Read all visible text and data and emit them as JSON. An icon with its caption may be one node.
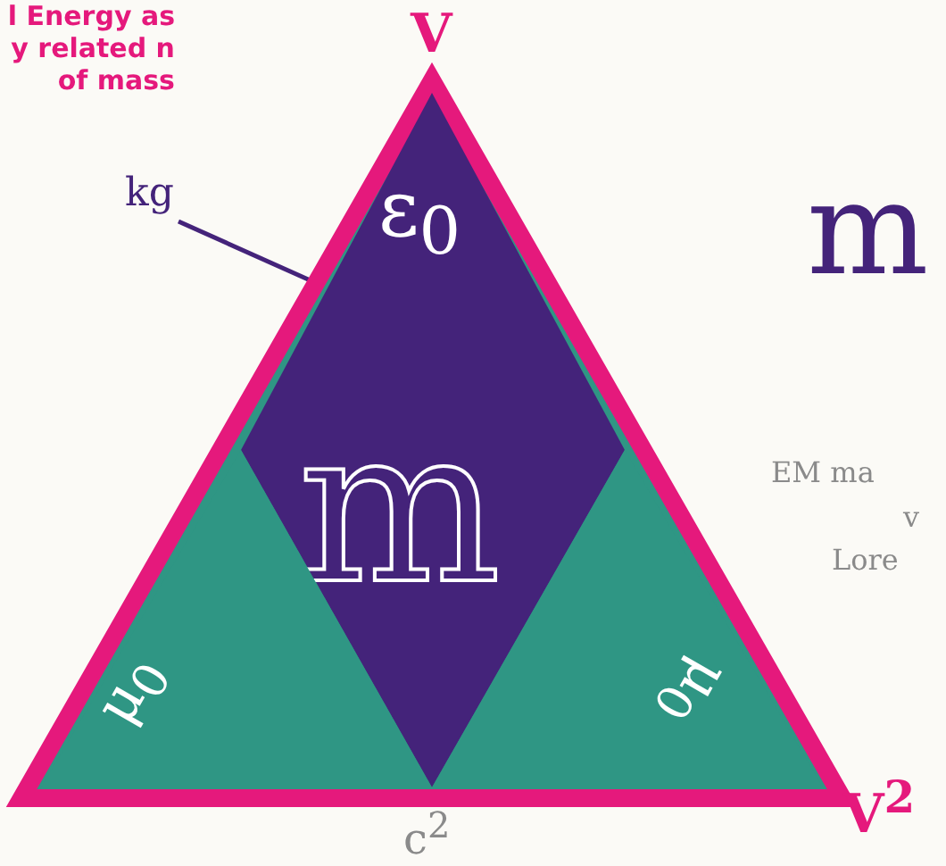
{
  "diagram": {
    "nodes": [
      {
        "text": [
          "kg"
        ]
      },
      {
        "text": [],
        "shape": "triangle"
      },
      {
        "text": [
          "ε$_{0}$",
          "m"
        ],
        "in": 1
      },
      {
        "text": [
          "μ$_{0}$"
        ],
        "in": 1
      },
      {
        "text": [
          "μ$_{0}$"
        ],
        "in": 1
      }
    ],
    "edges": [
      {
        "from": 0,
        "to": 1,
        "arrow": "none"
      }
    ],
    "labels": [
      "l Energy as y related n of mass",
      "V",
      "m",
      "EM ma",
      "v",
      "Lore",
      "V$^{2}$",
      "c$^{2}$"
    ]
  }
}
